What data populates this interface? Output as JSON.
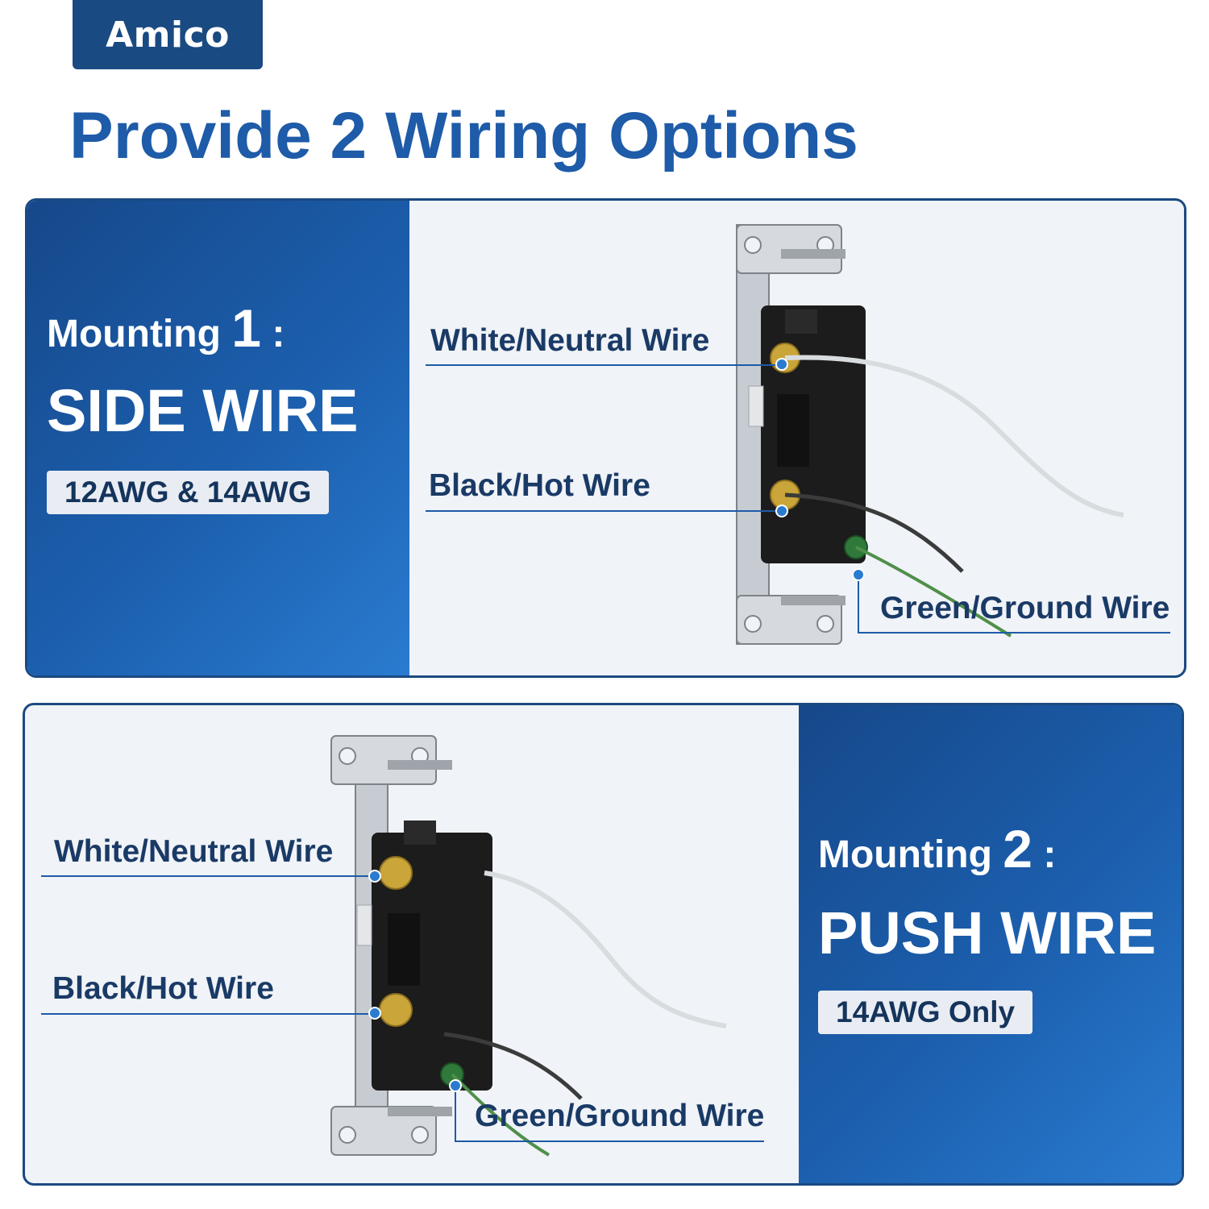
{
  "brand": {
    "logo_text": "Amico"
  },
  "header": {
    "title": "Provide 2 Wiring Options"
  },
  "mounting_1": {
    "title_prefix": "Mounting",
    "number": "1",
    "colon": ":",
    "method": "SIDE WIRE",
    "gauge": "12AWG & 14AWG",
    "labels": {
      "white": "White/Neutral Wire",
      "black": "Black/Hot Wire",
      "green": "Green/Ground Wire"
    }
  },
  "mounting_2": {
    "title_prefix": "Mounting",
    "number": "2",
    "colon": ":",
    "method": "PUSH WIRE",
    "gauge": "14AWG Only",
    "labels": {
      "white": "White/Neutral Wire",
      "black": "Black/Hot Wire",
      "green": "Green/Ground Wire"
    }
  },
  "colors": {
    "brand_blue": "#1e5ba8",
    "navy": "#1a4a82",
    "panel_background": "#f0f3f7"
  }
}
